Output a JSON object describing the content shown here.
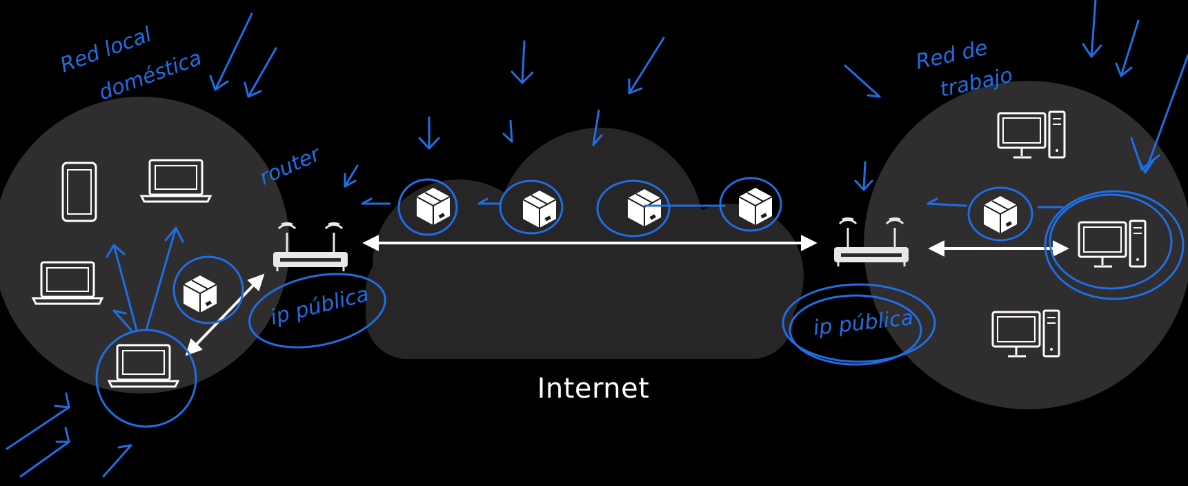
{
  "internet_label": "Internet",
  "annotations": {
    "home_network_line1": "Red local",
    "home_network_line2": "doméstica",
    "work_network_line1": "Red de",
    "work_network_line2": "trabajo",
    "router": "router",
    "home_public_ip": "ip pública",
    "work_public_ip": "ip pública"
  },
  "colors": {
    "background": "#000000",
    "network_circle": "#2f2d2e",
    "cloud": "#272526",
    "device_stroke": "#ffffff",
    "annotation_ink": "#1e6fe6"
  },
  "icons": [
    "phone-icon",
    "laptop-icon",
    "desktop-computer-icon",
    "router-icon",
    "packet-icon",
    "double-arrow-icon"
  ]
}
